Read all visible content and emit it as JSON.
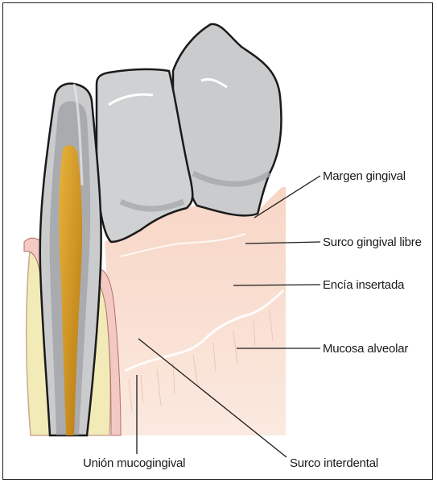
{
  "labels": {
    "margen_gingival": "Margen gingival",
    "surco_gingival_libre": "Surco gingival libre",
    "encia_insertada": "Encía insertada",
    "mucosa_alveolar": "Mucosa alveolar",
    "union_mucogingival": "Unión mucogingival",
    "surco_interdental": "Surco interdental"
  },
  "colors": {
    "enamel": "#c9cbcd",
    "enamel_light": "#dcdee0",
    "enamel_shade": "#a6a9ac",
    "pulp": "#d9a12a",
    "gingiva": "#f8dccf",
    "gingiva_light": "#fbe8de",
    "bone": "#f2ebb8",
    "outline": "#1a1a1a"
  }
}
